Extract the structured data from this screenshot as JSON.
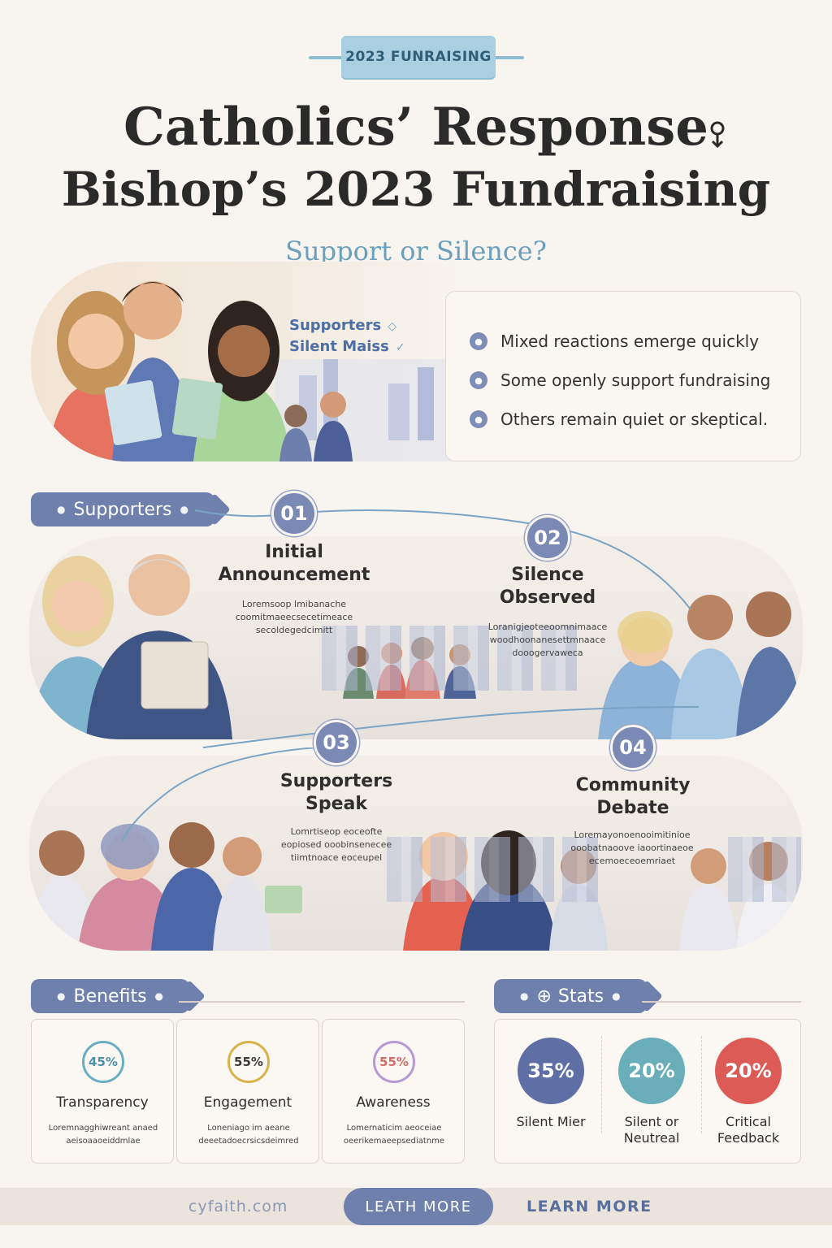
{
  "banner": {
    "label": "2023 FUNRAISING"
  },
  "title": {
    "line1": "Catholics’ Response",
    "line2": "Bishop’s 2023 Fundraising",
    "subtitle": "Support or Silence?"
  },
  "intro": {
    "legend": [
      "Supporters",
      "Silent Maiss"
    ],
    "points": [
      "Mixed reactions emerge quickly",
      "Some openly support fundraising",
      "Others remain quiet or skeptical."
    ]
  },
  "timeline": {
    "section_label": "Supporters",
    "steps": [
      {
        "num": "01",
        "title_l1": "Initial",
        "title_l2": "Announcement",
        "desc": "Loremsoop lmibanache coomitmaeecsecetimeace secoldegedcimitt"
      },
      {
        "num": "02",
        "title_l1": "Silence",
        "title_l2": "Observed",
        "desc": "Loranigjeoteeoomnimaace woodhoonanesettmnaace dooogervaweca"
      },
      {
        "num": "03",
        "title_l1": "Supporters",
        "title_l2": "Speak",
        "desc": "Lomrtiseop eoceofte eopiosed ooobinsenecee tiimtnoace eoceupel"
      },
      {
        "num": "04",
        "title_l1": "Community",
        "title_l2": "Debate",
        "desc": "Loremayonoenooimitinioe ooobatnaoove iaoortinaeoe ecemoeceoemriaet"
      }
    ]
  },
  "benefits": {
    "section_label": "Benefits",
    "items": [
      {
        "badge": "45%",
        "title": "Transparency",
        "desc": "Loremnagghiwreant anaed aeisoaaoeiddmlae",
        "color": "#6aaec4"
      },
      {
        "badge": "55%",
        "title": "Engagement",
        "desc": "Loneniago im aeane deeetadoecrsicsdeimred",
        "color": "#d9b24a"
      },
      {
        "badge": "55%",
        "title": "Awareness",
        "desc": "Lomernaticim aeoceiae oeerikemaeepsediatnme",
        "color": "#d36b63"
      }
    ]
  },
  "stats": {
    "section_label": "Stats",
    "items": [
      {
        "value": "35%",
        "label": "Silent Mier",
        "color": "#5f6fa5"
      },
      {
        "value": "20%",
        "label": "Silent or Neutreal",
        "color": "#6aaeb9"
      },
      {
        "value": "20%",
        "label": "Critical Feedback",
        "color": "#dc5b57"
      }
    ]
  },
  "footer": {
    "site": "cyfaith.com",
    "button": "LEATH MORE",
    "link": "LEARN MORE"
  }
}
